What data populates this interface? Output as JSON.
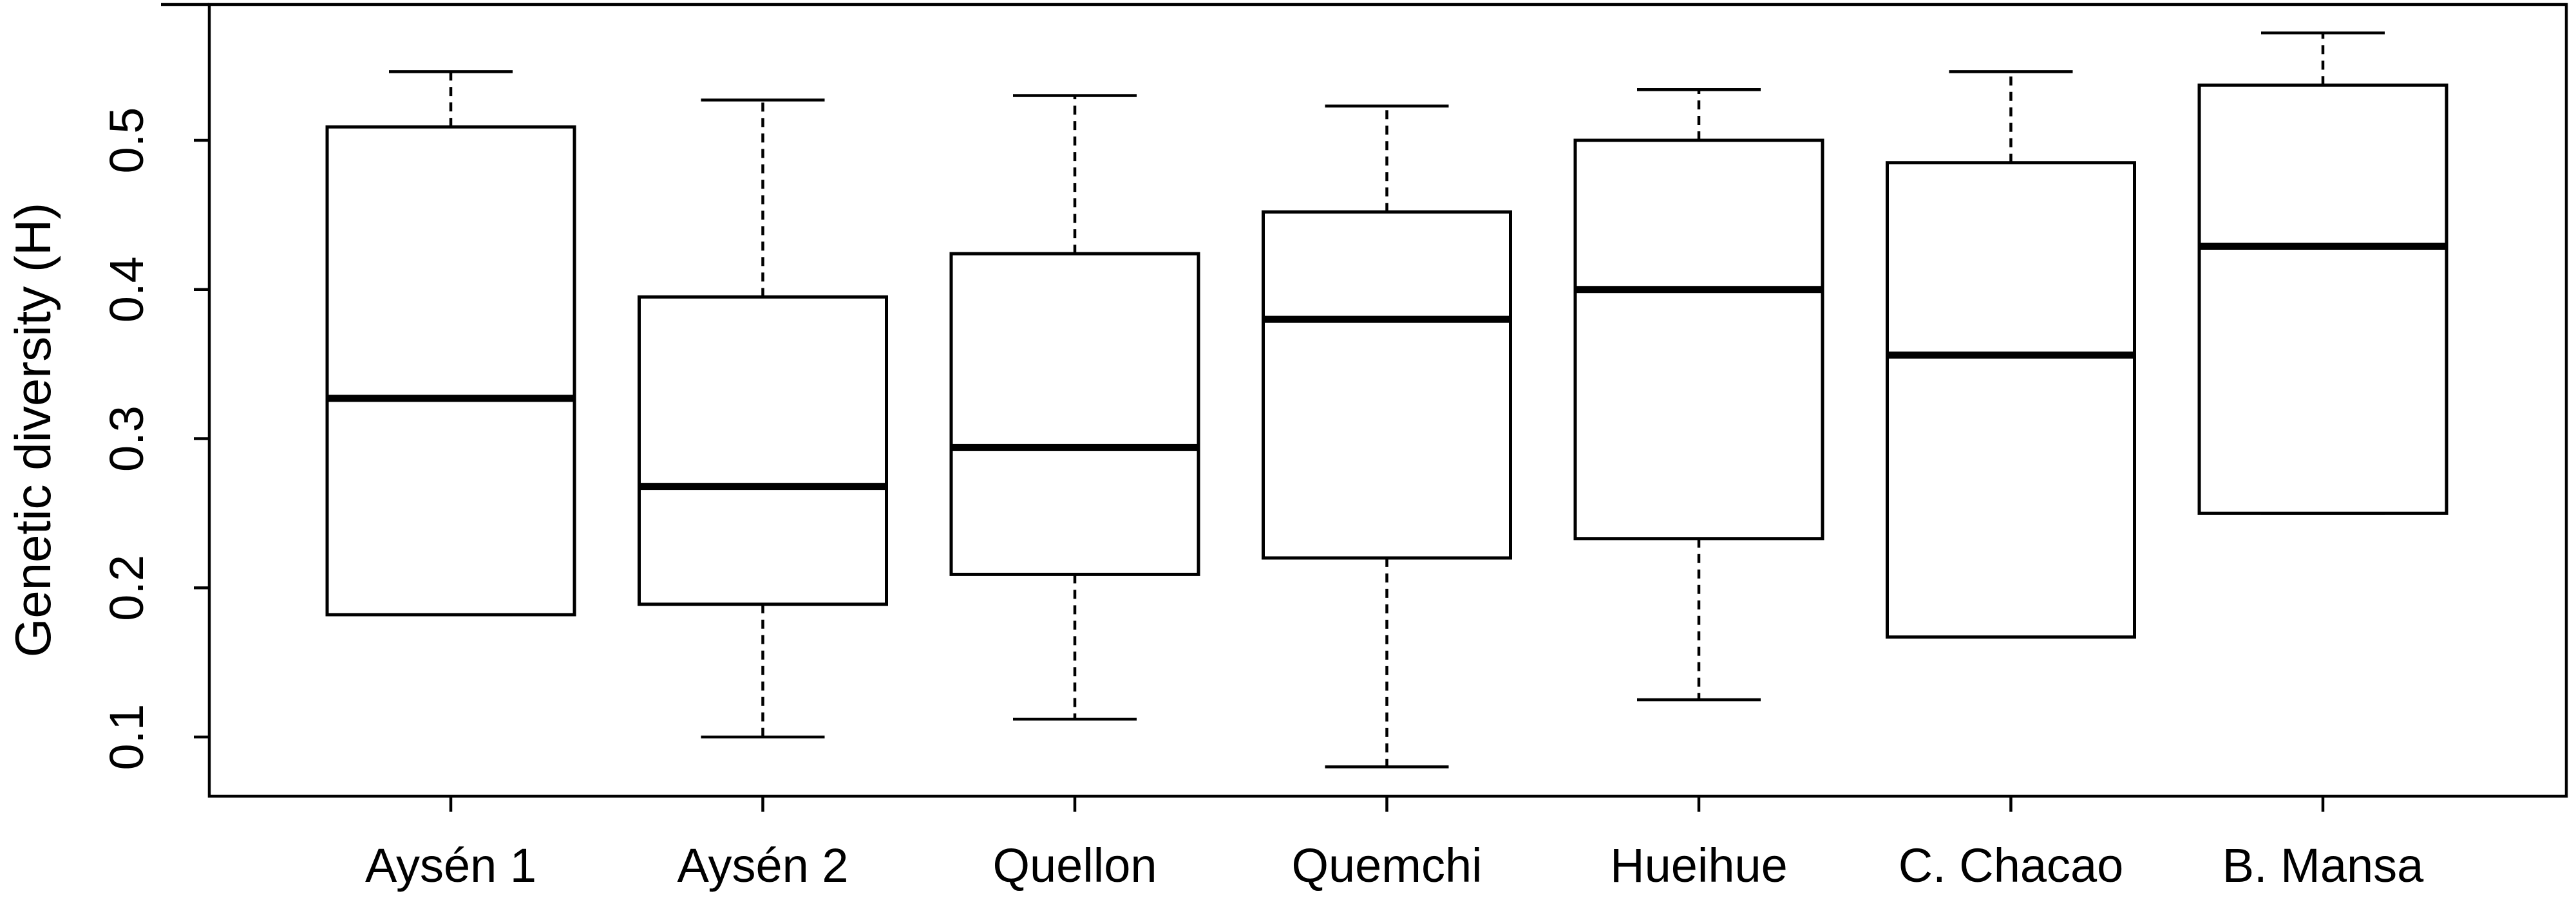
{
  "chart_data": {
    "type": "boxplot",
    "title": "",
    "xlabel": "",
    "ylabel": "Genetic diversity (H)",
    "ylim": [
      0.06,
      0.59
    ],
    "yticks": [
      "0.1",
      "0.2",
      "0.3",
      "0.4",
      "0.5"
    ],
    "grid": false,
    "categories": [
      "Aysén 1",
      "Aysén 2",
      "Quellon",
      "Quemchi",
      "Hueihue",
      "C. Chacao",
      "B. Mansa"
    ],
    "boxes": [
      {
        "label": "Aysén 1",
        "whisker_low": 0.182,
        "q1": 0.182,
        "median": 0.327,
        "q3": 0.509,
        "whisker_high": 0.546
      },
      {
        "label": "Aysén 2",
        "whisker_low": 0.1,
        "q1": 0.189,
        "median": 0.268,
        "q3": 0.395,
        "whisker_high": 0.527
      },
      {
        "label": "Quellon",
        "whisker_low": 0.112,
        "q1": 0.209,
        "median": 0.294,
        "q3": 0.424,
        "whisker_high": 0.53
      },
      {
        "label": "Quemchi",
        "whisker_low": 0.08,
        "q1": 0.22,
        "median": 0.38,
        "q3": 0.452,
        "whisker_high": 0.523
      },
      {
        "label": "Hueihue",
        "whisker_low": 0.125,
        "q1": 0.233,
        "median": 0.4,
        "q3": 0.5,
        "whisker_high": 0.534
      },
      {
        "label": "C. Chacao",
        "whisker_low": 0.167,
        "q1": 0.167,
        "median": 0.356,
        "q3": 0.485,
        "whisker_high": 0.546
      },
      {
        "label": "B. Mansa",
        "whisker_low": 0.25,
        "q1": 0.25,
        "median": 0.429,
        "q3": 0.537,
        "whisker_high": 0.572
      }
    ]
  }
}
